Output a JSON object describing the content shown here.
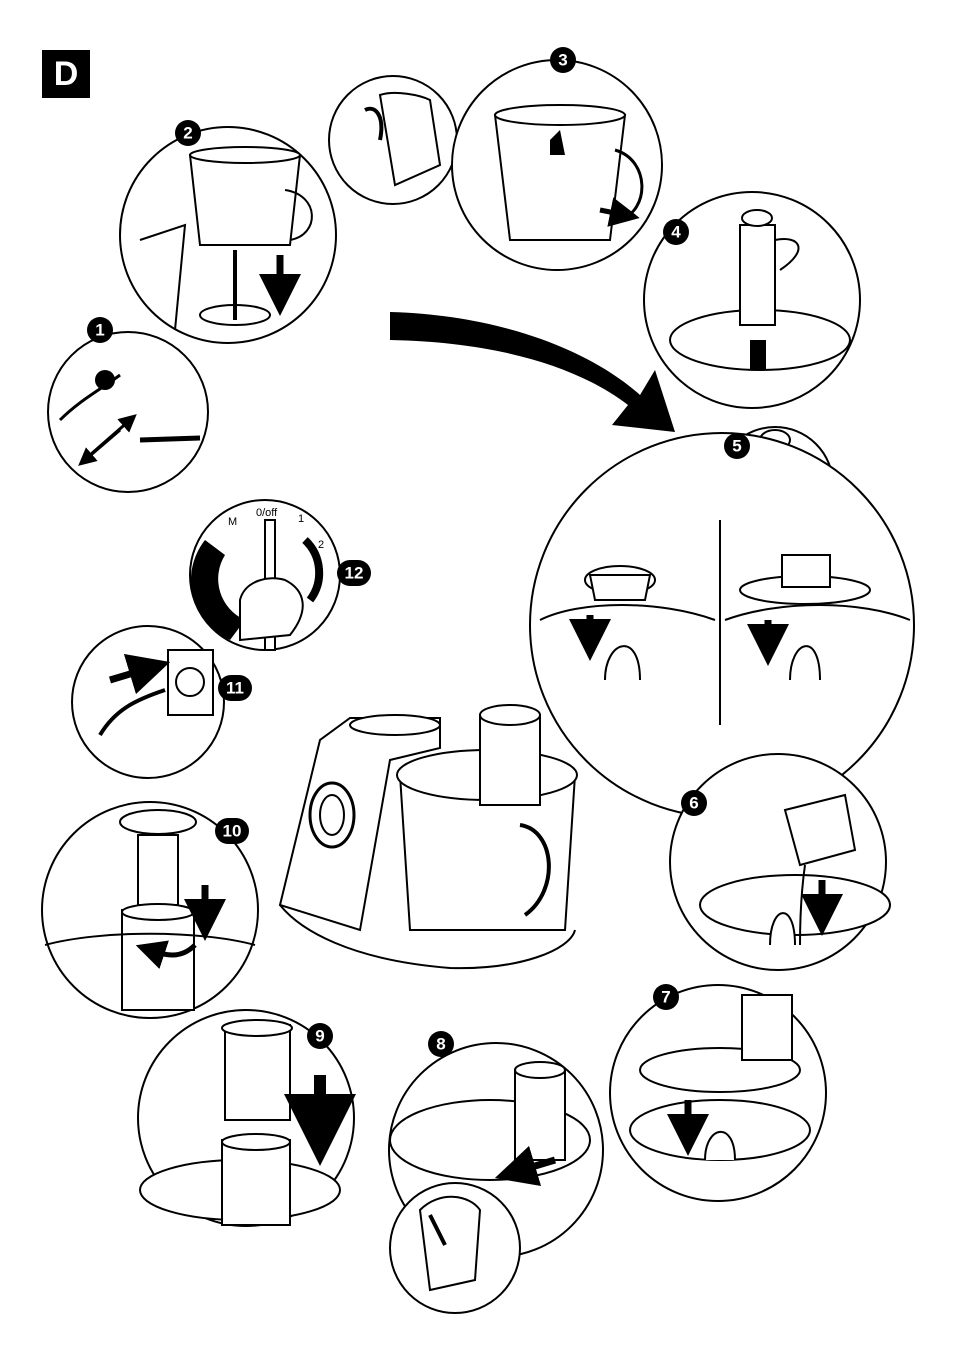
{
  "section_label": "D",
  "steps": [
    {
      "n": "1"
    },
    {
      "n": "2"
    },
    {
      "n": "3"
    },
    {
      "n": "4"
    },
    {
      "n": "5"
    },
    {
      "n": "6"
    },
    {
      "n": "7"
    },
    {
      "n": "8"
    },
    {
      "n": "9"
    },
    {
      "n": "10"
    },
    {
      "n": "11"
    },
    {
      "n": "12"
    }
  ],
  "dial": {
    "labels": [
      "M",
      "0/off",
      "1",
      "2"
    ]
  }
}
